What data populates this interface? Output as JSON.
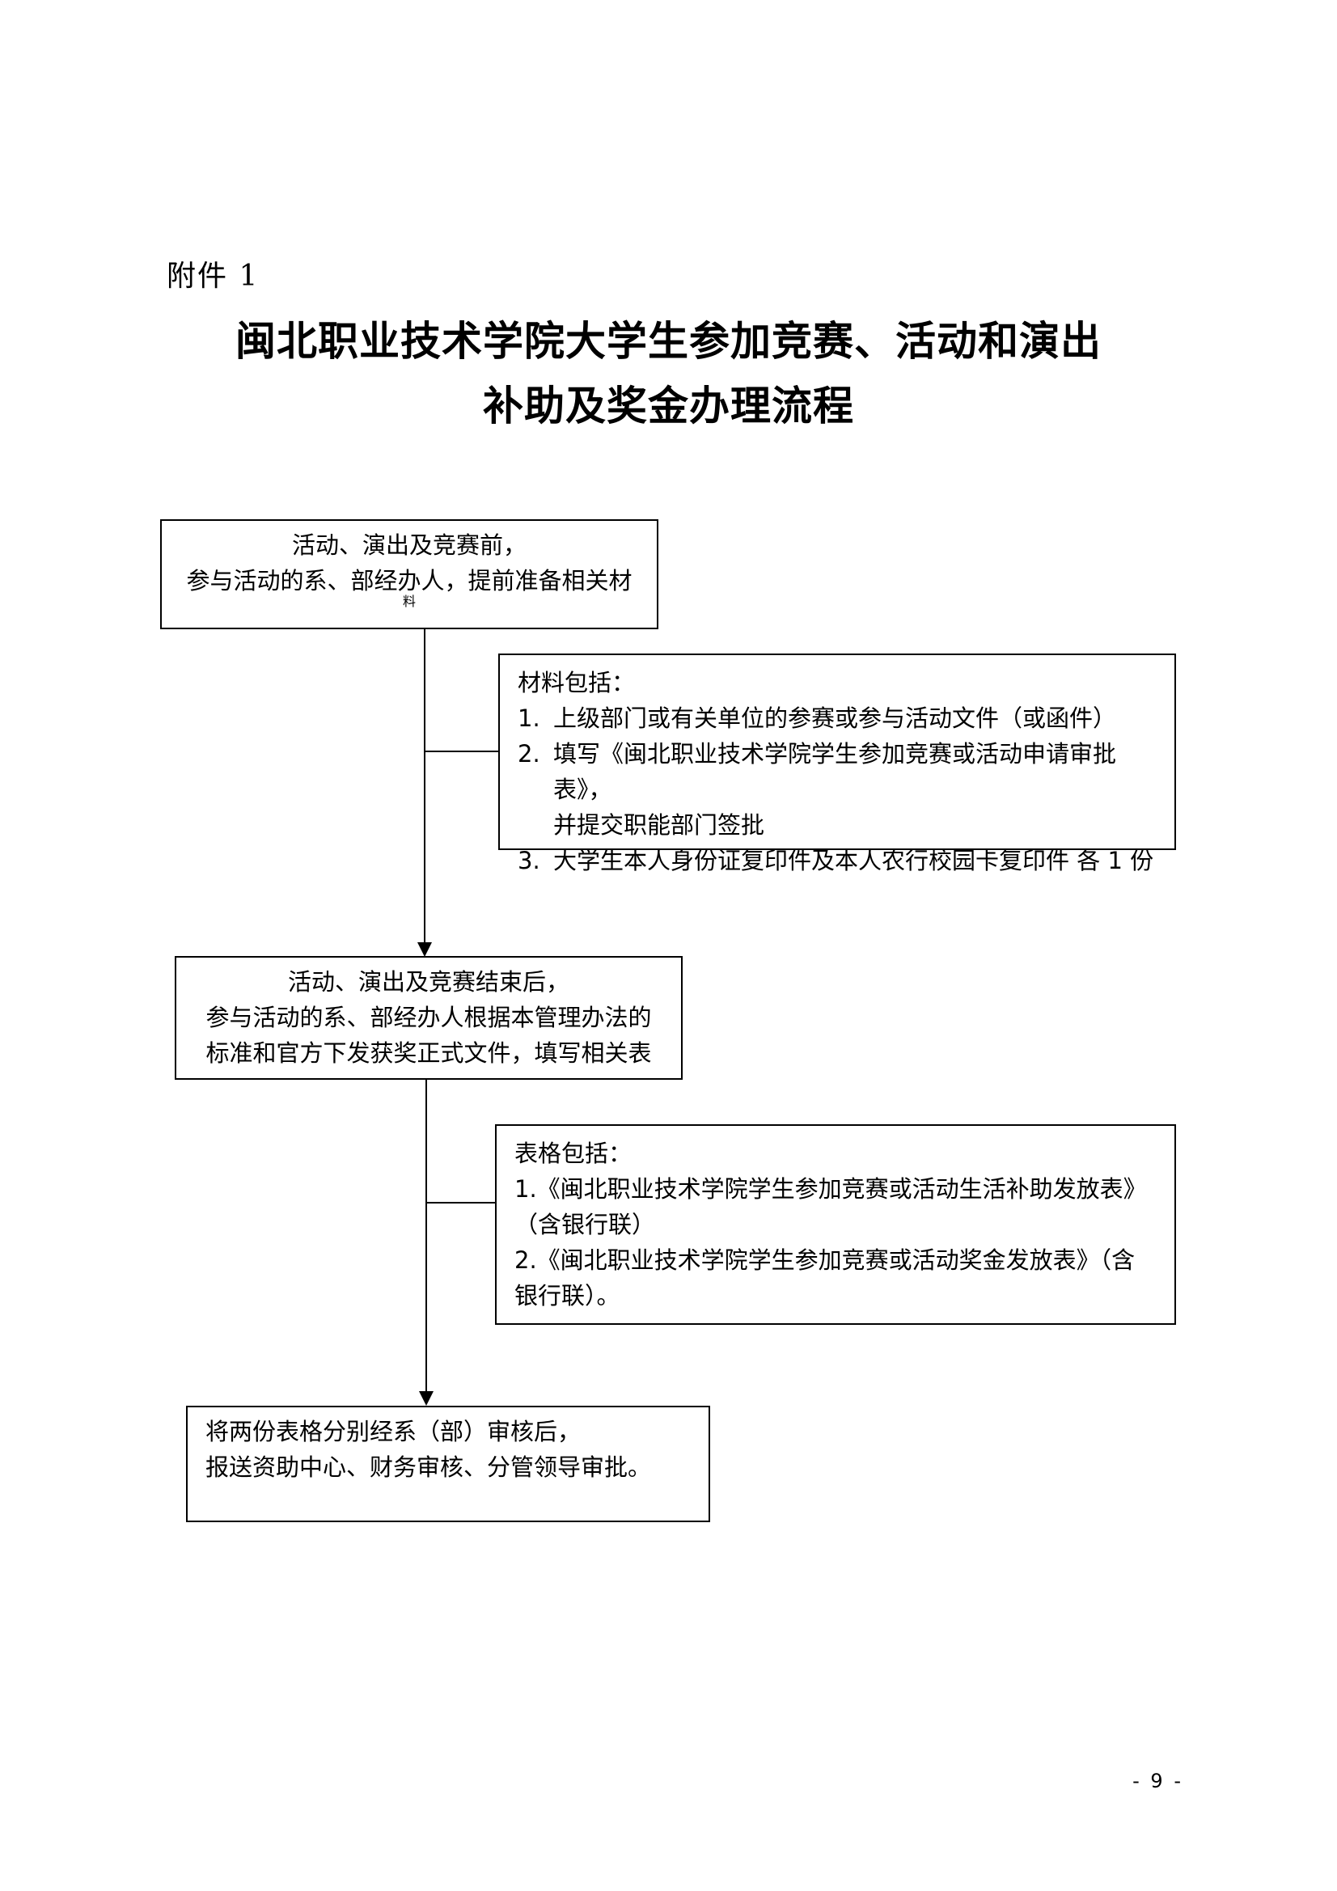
{
  "annex_label": "附件 1",
  "title": {
    "line1": "闽北职业技术学院大学生参加竞赛、活动和演出",
    "line2": "补助及奖金办理流程"
  },
  "flow": {
    "step1": {
      "line1": "活动、演出及竞赛前，",
      "line2": "参与活动的系、部经办人，提前准备相关材",
      "line3": "料"
    },
    "materials": {
      "heading": "材料包括：",
      "items": [
        {
          "num": "1.",
          "text": "上级部门或有关单位的参赛或参与活动文件（或函件）"
        },
        {
          "num": "2.",
          "text": "填写《闽北职业技术学院学生参加竞赛或活动申请审批表》，",
          "cont": "并提交职能部门签批"
        },
        {
          "num": "3.",
          "text": "大学生本人身份证复印件及本人农行校园卡复印件 各 1 份"
        }
      ]
    },
    "step2": {
      "line1": "活动、演出及竞赛结束后，",
      "line2": "参与活动的系、部经办人根据本管理办法的",
      "line3": "标准和官方下发获奖正式文件，填写相关表"
    },
    "forms": {
      "heading": "表格包括：",
      "item1_line1": "1.《闽北职业技术学院学生参加竞赛或活动生活补助发放表》",
      "item1_line2": "（含银行联）",
      "item2_line1": "2.《闽北职业技术学院学生参加竞赛或活动奖金发放表》（含",
      "item2_line2": "银行联）。"
    },
    "step3": {
      "line1": "将两份表格分别经系（部）审核后，",
      "line2": "报送资助中心、财务审核、分管领导审批。"
    }
  },
  "page_number": "- 9 -"
}
